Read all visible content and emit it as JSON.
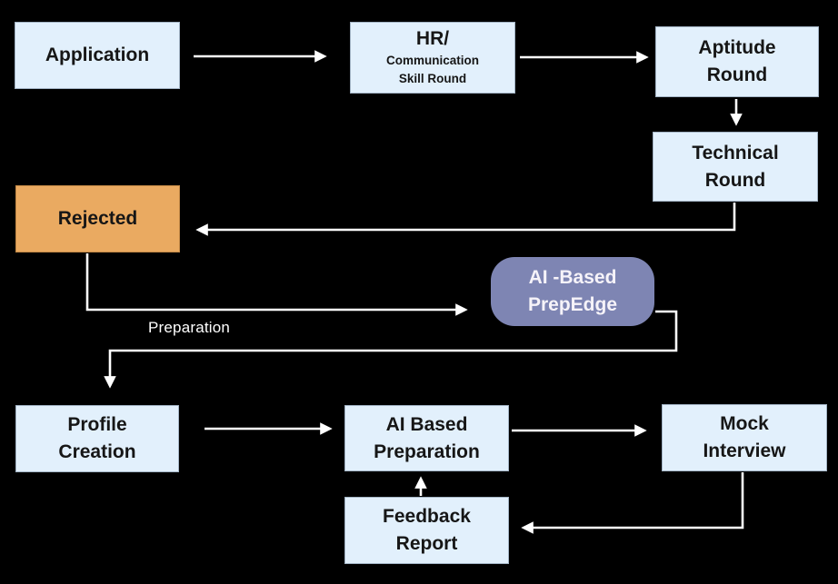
{
  "title": "Recruitment and AI preparation flowchart",
  "colors": {
    "background": "#000000",
    "box_fill": "#e2f0fc",
    "rejected_fill": "#eaaa61",
    "prepedge_fill": "#7e85b3",
    "arrow": "#ffffff",
    "text_dark": "#161616",
    "text_light": "#f6f3f9"
  },
  "nodes": {
    "application": {
      "label": "Application"
    },
    "hr_round": {
      "title": "HR/",
      "sub_line1": "Communication",
      "sub_line2": "Skill Round"
    },
    "aptitude": {
      "line1": "Aptitude",
      "line2": "Round"
    },
    "technical": {
      "line1": "Technical",
      "line2": "Round"
    },
    "rejected": {
      "label": "Rejected"
    },
    "prepedge": {
      "line1": "AI -Based",
      "line2": "PrepEdge"
    },
    "profile": {
      "line1": "Profile",
      "line2": "Creation"
    },
    "ai_preparation": {
      "line1": "AI Based",
      "line2": "Preparation"
    },
    "mock_interview": {
      "line1": "Mock",
      "line2": "Interview"
    },
    "feedback": {
      "line1": "Feedback",
      "line2": "Report"
    }
  },
  "edge_labels": {
    "preparation": "Preparation"
  },
  "edges": [
    "application -> hr_round",
    "hr_round -> aptitude",
    "aptitude -> technical",
    "technical -> rejected",
    "rejected -> prepedge (Preparation)",
    "prepedge -> profile",
    "profile -> ai_preparation",
    "ai_preparation -> mock_interview",
    "mock_interview -> feedback",
    "feedback -> ai_preparation"
  ]
}
